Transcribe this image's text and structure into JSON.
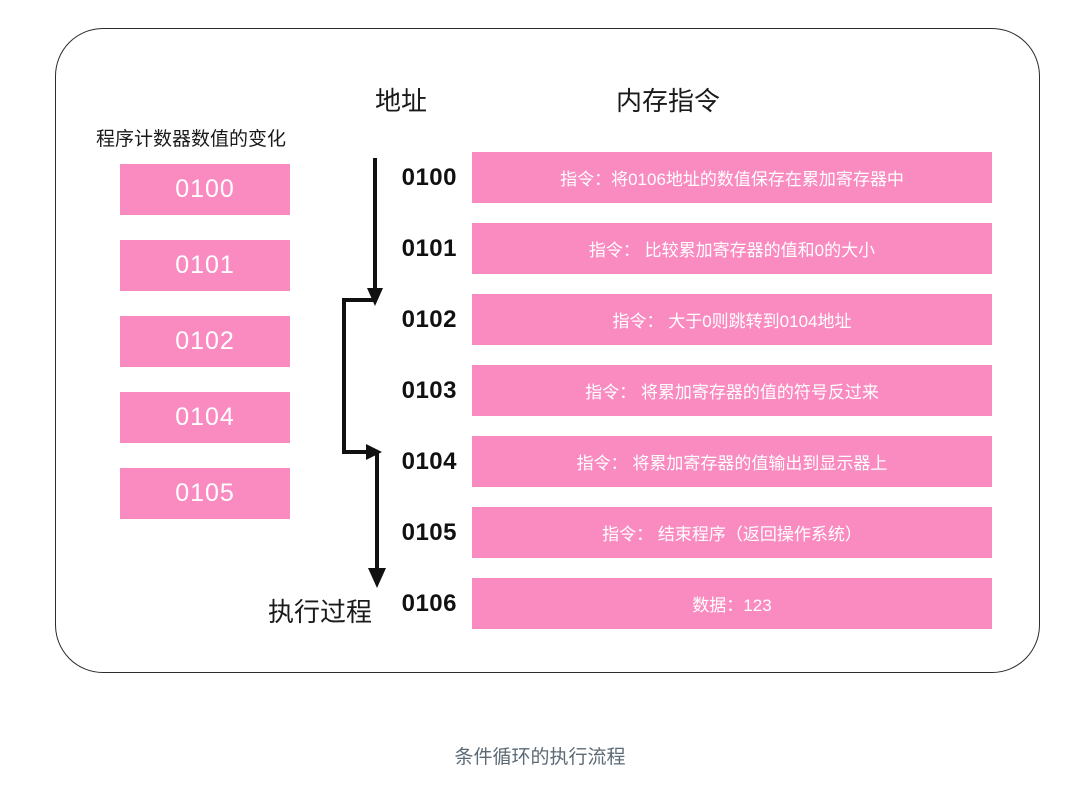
{
  "frame": {
    "border_color": "#2c2c2c"
  },
  "headings": {
    "address": "地址",
    "memory": "内存指令",
    "program_counter": "程序计数器数值的变化",
    "execution_process": "执行过程"
  },
  "colors": {
    "box_pink": "#FA8BC0",
    "box_text": "#FFFFFF",
    "address_text": "#111111",
    "caption_text": "#5C6A75"
  },
  "program_counter_values": [
    "0100",
    "0101",
    "0102",
    "0104",
    "0105"
  ],
  "memory_rows": [
    {
      "address": "0100",
      "instruction": "指令：将0106地址的数值保存在累加寄存器中"
    },
    {
      "address": "0101",
      "instruction": "指令： 比较累加寄存器的值和0的大小"
    },
    {
      "address": "0102",
      "instruction": "指令： 大于0则跳转到0104地址"
    },
    {
      "address": "0103",
      "instruction": "指令： 将累加寄存器的值的符号反过来"
    },
    {
      "address": "0104",
      "instruction": "指令： 将累加寄存器的值输出到显示器上"
    },
    {
      "address": "0105",
      "instruction": "指令： 结束程序（返回操作系统）"
    },
    {
      "address": "0106",
      "instruction": "数据：123"
    }
  ],
  "caption": "条件循环的执行流程"
}
